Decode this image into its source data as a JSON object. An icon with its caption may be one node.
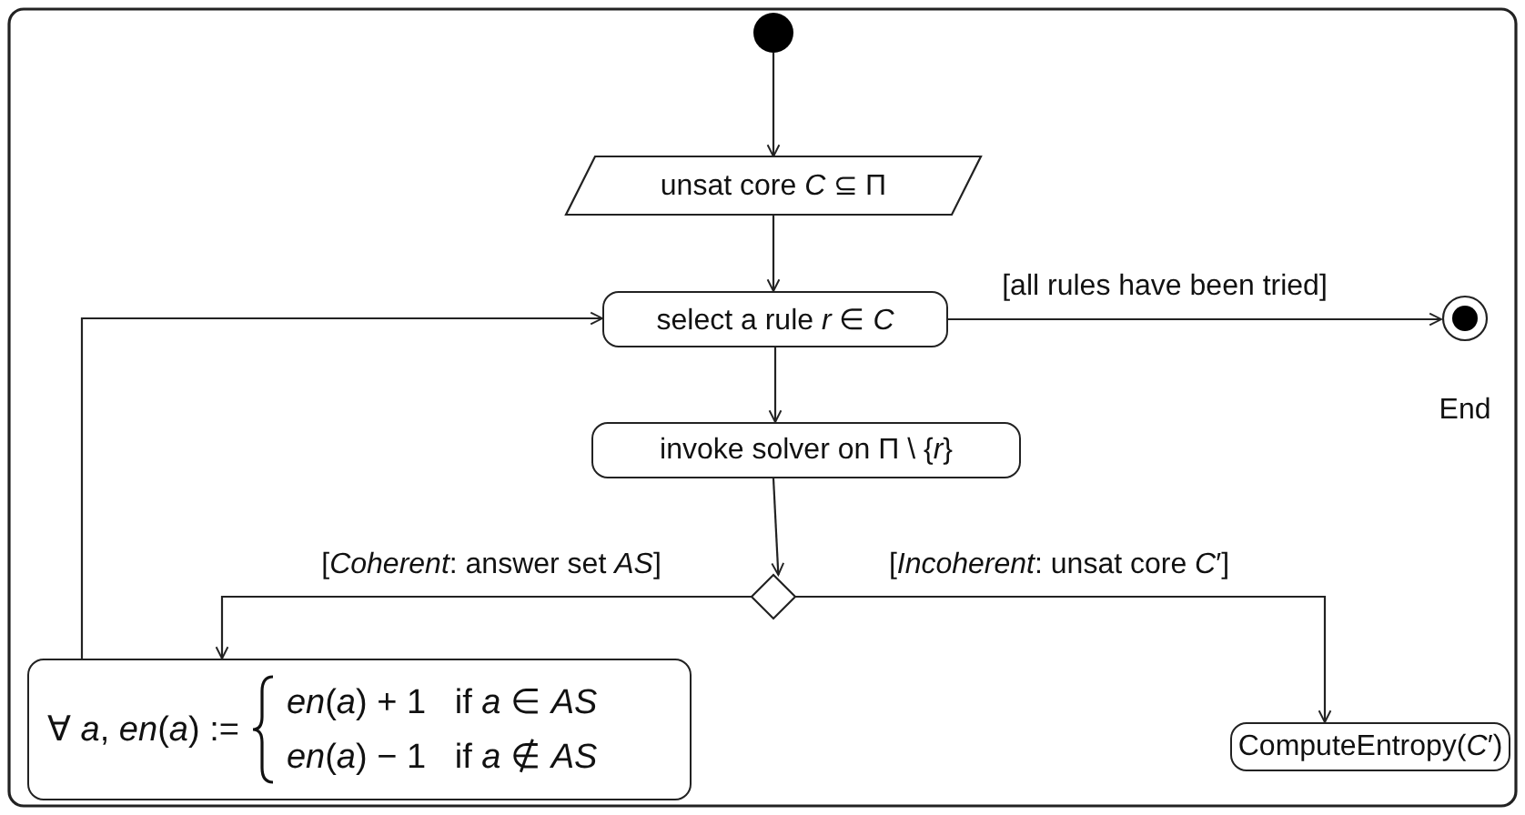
{
  "diagram": {
    "nodes": [
      {
        "text": [],
        "shape": "circle"
      },
      {
        "text": [
          "unsat core *C* ⊆ Π"
        ]
      },
      {
        "text": [
          "select a rule *r* ∈ *C*"
        ]
      },
      {
        "text": [],
        "shape": "circle",
        "beside": [
          "End"
        ]
      },
      {
        "text": [
          "invoke solver on Π \\ {*r*}"
        ]
      },
      {
        "text": [],
        "shape": "diamond"
      },
      {
        "text": [
          "∀ *a*, *en*(*a*) :=",
          "*en*(*a*) + 1   if *a* ∈ *AS*",
          "*en*(*a*) − 1   if *a* ∉ *AS*"
        ]
      },
      {
        "text": [
          "ComputeEntropy(*C*′)"
        ]
      }
    ],
    "edges": [
      {
        "from": 0,
        "to": 1,
        "arrow": "to"
      },
      {
        "from": 1,
        "to": 2,
        "arrow": "to"
      },
      {
        "from": 2,
        "to": 3,
        "arrow": "to",
        "label": "[all rules have been tried]"
      },
      {
        "from": 2,
        "to": 4,
        "arrow": "to"
      },
      {
        "from": 4,
        "to": 5,
        "arrow": "to"
      },
      {
        "from": 5,
        "to": 6,
        "arrow": "to",
        "label": "[*Coherent*: answer set *AS*]"
      },
      {
        "from": 5,
        "to": 7,
        "arrow": "to",
        "label": "[*Incoherent*: unsat core *C*′]"
      },
      {
        "from": 6,
        "to": 2,
        "arrow": "to"
      }
    ]
  }
}
